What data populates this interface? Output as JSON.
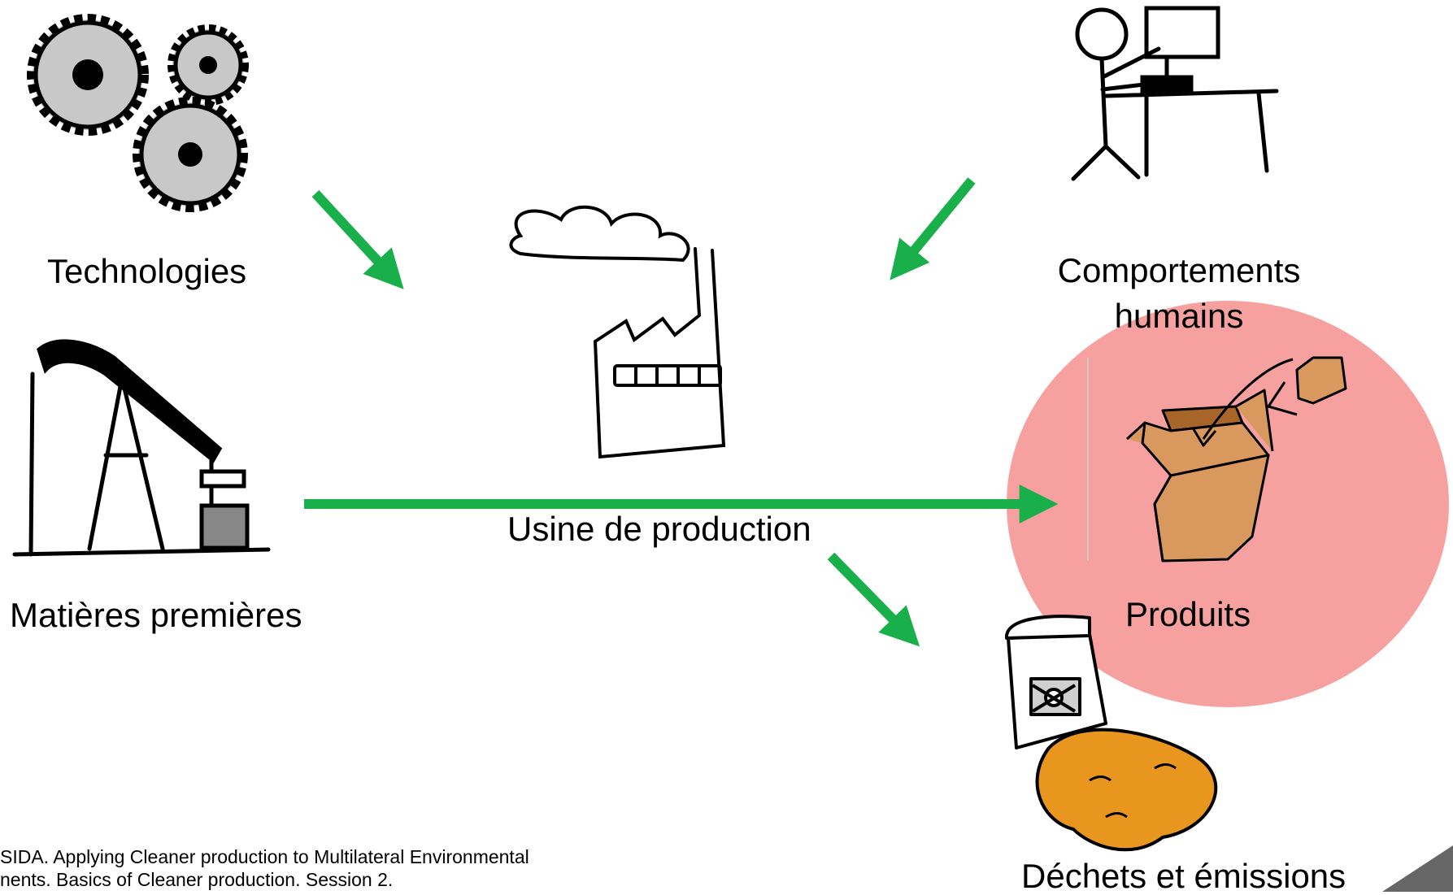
{
  "colors": {
    "arrow": "#19b04b",
    "highlight": "#f7a0a0",
    "gear": "#c8c8c8",
    "box": "#d9995e",
    "spill": "#e8961e",
    "ink": "#000000"
  },
  "labels": {
    "technologies": "Technologies",
    "matieres": "Matières premières",
    "usine": "Usine de production",
    "comportements_line1": "Comportements",
    "comportements_line2": "humains",
    "produits": "Produits",
    "dechets": "Déchets et émissions"
  },
  "source": {
    "line1": "SIDA. Applying Cleaner production to Multilateral Environmental",
    "line2": "nents. Basics of Cleaner production. Session 2."
  },
  "icons": [
    "gears-icon",
    "oil-pump-icon",
    "factory-icon",
    "worker-at-desk-icon",
    "box-icon",
    "poison-jar-icon",
    "spill-icon"
  ]
}
